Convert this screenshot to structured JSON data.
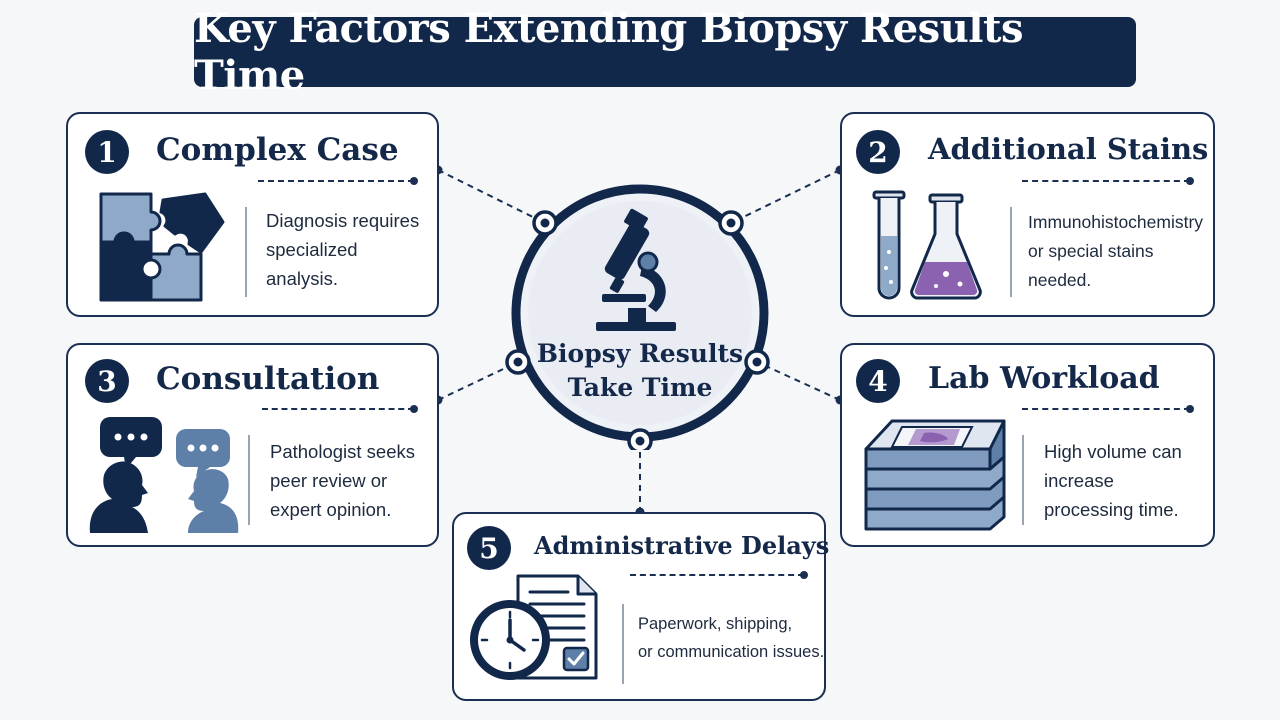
{
  "title": "Key Factors Extending Biopsy Results Time",
  "center": {
    "label_line1": "Biopsy Results",
    "label_line2": "Take Time",
    "icon": "microscope-icon"
  },
  "factors": [
    {
      "number": "1",
      "title": "Complex Case",
      "icon": "puzzle-icon",
      "description": [
        "Diagnosis requires",
        "specialized",
        "analysis."
      ]
    },
    {
      "number": "2",
      "title": "Additional Stains",
      "icon": "lab-glassware-icon",
      "description": [
        "Immunohistochemistry",
        "or special stains",
        "needed."
      ]
    },
    {
      "number": "3",
      "title": "Consultation",
      "icon": "people-chat-icon",
      "description": [
        "Pathologist seeks",
        "peer review or",
        "expert opinion."
      ]
    },
    {
      "number": "4",
      "title": "Lab Workload",
      "icon": "slide-stack-icon",
      "description": [
        "High volume can",
        "increase",
        "processing time."
      ]
    },
    {
      "number": "5",
      "title": "Administrative Delays",
      "icon": "clock-document-icon",
      "description": [
        "Paperwork, shipping,",
        "or communication issues."
      ]
    }
  ],
  "colors": {
    "navy": "#12284b",
    "steel_blue": "#7f9cc0",
    "purple_stain": "#8a62b0",
    "background": "#f6f7f9"
  }
}
